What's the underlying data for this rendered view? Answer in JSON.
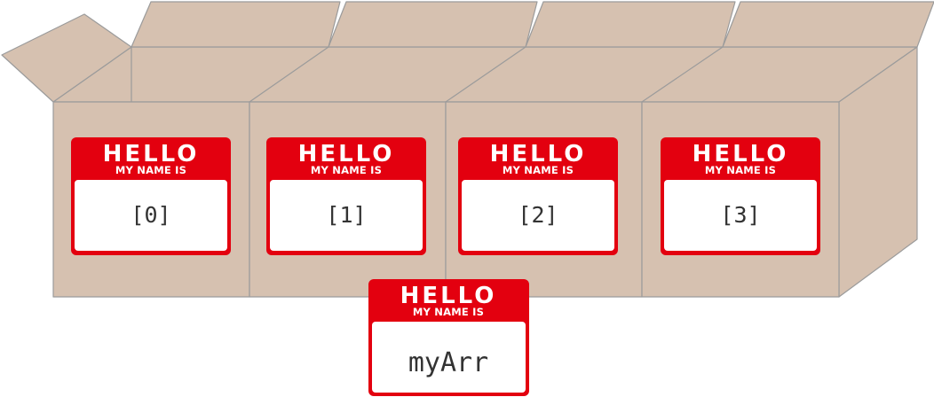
{
  "tag": {
    "hello": "HELLO",
    "subtitle": "MY NAME IS"
  },
  "compartments": [
    {
      "label": "[0]"
    },
    {
      "label": "[1]"
    },
    {
      "label": "[2]"
    },
    {
      "label": "[3]"
    }
  ],
  "array_tag": {
    "label": "myArr"
  },
  "colors": {
    "cardboard": "#d6c1b0",
    "outline": "#9b9b9b",
    "tag_red": "#e3000f",
    "tag_white": "#ffffff",
    "text": "#333333"
  }
}
